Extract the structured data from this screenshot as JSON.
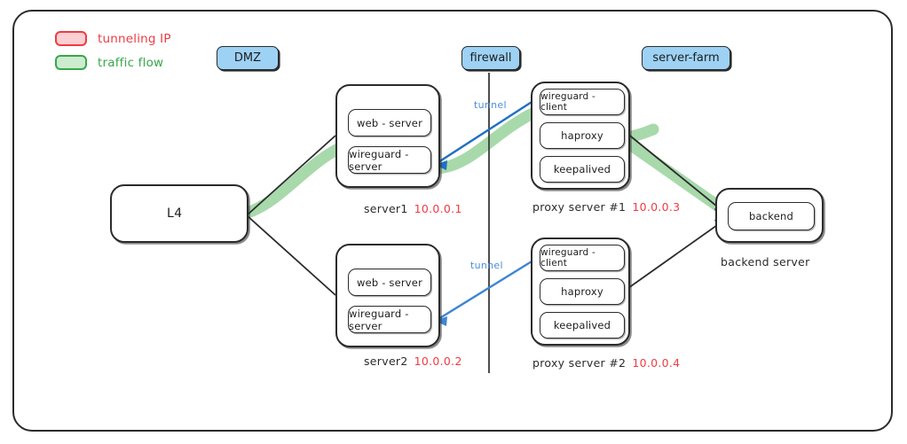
{
  "legend": {
    "items": [
      {
        "name": "tunneling-ip",
        "label": "tunneling IP",
        "color": "#ef3b42",
        "fill": "#fcd0d2"
      },
      {
        "name": "traffic-flow",
        "label": "traffic flow",
        "color": "#36a84a",
        "fill": "#cdeccf"
      }
    ]
  },
  "zones": [
    {
      "name": "dmz",
      "label": "DMZ"
    },
    {
      "name": "firewall",
      "label": "firewall"
    },
    {
      "name": "server-farm",
      "label": "server-farm"
    }
  ],
  "nodes": {
    "l4": {
      "label": "L4"
    },
    "server1": {
      "caption": "server1",
      "ip": "10.0.0.1",
      "services": [
        "web - server",
        "wireguard - server"
      ]
    },
    "server2": {
      "caption": "server2",
      "ip": "10.0.0.2",
      "services": [
        "web - server",
        "wireguard - server"
      ]
    },
    "proxy1": {
      "caption": "proxy server #1",
      "ip": "10.0.0.3",
      "services": [
        "wireguard - client",
        "haproxy",
        "keepalived"
      ]
    },
    "proxy2": {
      "caption": "proxy server #2",
      "ip": "10.0.0.4",
      "services": [
        "wireguard - client",
        "haproxy",
        "keepalived"
      ]
    },
    "backend": {
      "caption": "backend server",
      "services": [
        "backend"
      ]
    }
  },
  "edges": {
    "tunnel_upper_label": "tunnel",
    "tunnel_lower_label": "tunnel"
  },
  "colors": {
    "stroke": "#2b2b2b",
    "zone_fill": "#9ed2f5",
    "tunnel_blue": "#1f6fc4",
    "tunnel_blue_light": "#4b8fd4",
    "flow_green": "#a8d9ab",
    "arrow_green": "#36a84a",
    "ip_red": "#ef3b42"
  }
}
